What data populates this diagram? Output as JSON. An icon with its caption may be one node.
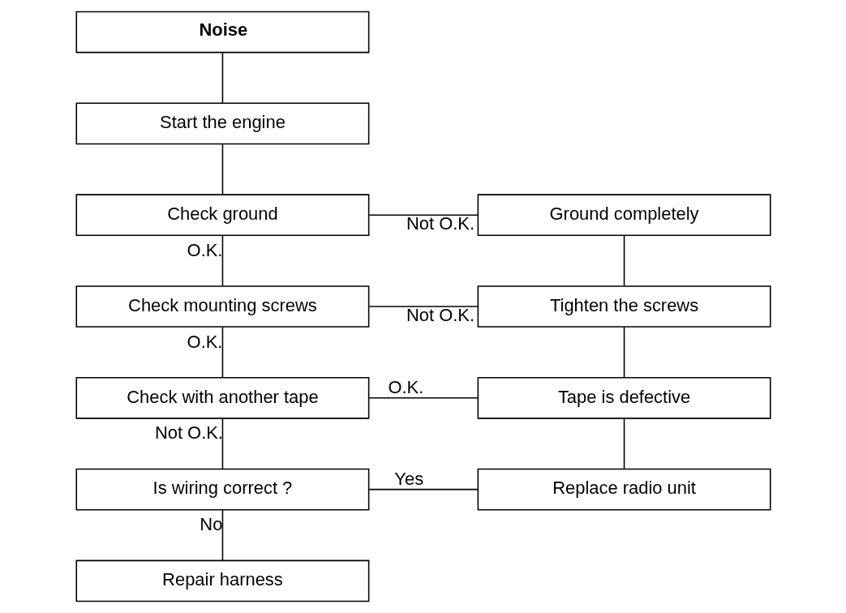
{
  "diagram": {
    "nodes": [
      {
        "text": [
          "Noise"
        ]
      },
      {
        "text": [
          "Start the engine"
        ]
      },
      {
        "text": [
          "Check ground"
        ]
      },
      {
        "text": [
          "Ground completely"
        ]
      },
      {
        "text": [
          "Check mounting screws"
        ]
      },
      {
        "text": [
          "Tighten the screws"
        ]
      },
      {
        "text": [
          "Check with another tape"
        ]
      },
      {
        "text": [
          "Tape is defective"
        ]
      },
      {
        "text": [
          "Is wiring correct ?"
        ]
      },
      {
        "text": [
          "Replace radio unit"
        ]
      },
      {
        "text": [
          "Repair harness"
        ]
      }
    ],
    "edges": [
      {
        "from": 0,
        "to": 1,
        "arrow": "none"
      },
      {
        "from": 1,
        "to": 2,
        "arrow": "none"
      },
      {
        "from": 2,
        "to": 3,
        "arrow": "none",
        "label": "Not O.K."
      },
      {
        "from": 2,
        "to": 4,
        "arrow": "none",
        "label": "O.K."
      },
      {
        "from": 3,
        "to": 5,
        "arrow": "none"
      },
      {
        "from": 4,
        "to": 5,
        "arrow": "none",
        "label": "Not O.K."
      },
      {
        "from": 4,
        "to": 6,
        "arrow": "none",
        "label": "O.K."
      },
      {
        "from": 5,
        "to": 7,
        "arrow": "none"
      },
      {
        "from": 6,
        "to": 7,
        "arrow": "none",
        "label": "O.K."
      },
      {
        "from": 6,
        "to": 8,
        "arrow": "none",
        "label": "Not O.K."
      },
      {
        "from": 7,
        "to": 9,
        "arrow": "none"
      },
      {
        "from": 8,
        "to": 9,
        "arrow": "none",
        "label": "Yes"
      },
      {
        "from": 8,
        "to": 10,
        "arrow": "none",
        "label": "No"
      }
    ]
  }
}
